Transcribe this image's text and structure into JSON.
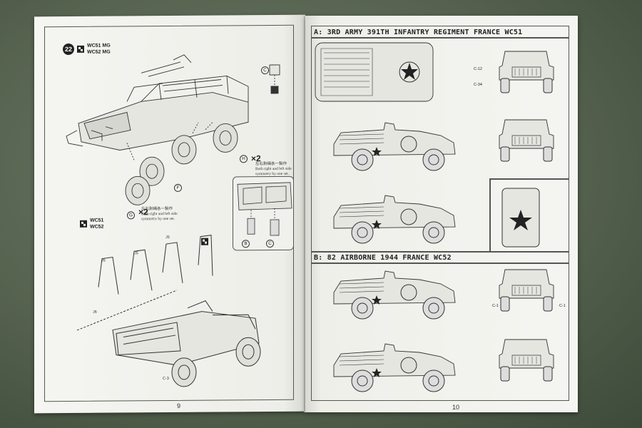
{
  "left_page": {
    "page_number": "9",
    "step": {
      "number": "22",
      "variants": [
        "WC51 MG",
        "WC52 MG"
      ],
      "parts": [
        "C",
        "H",
        "F",
        "G"
      ],
      "multiplier": "×2",
      "note_cn": "左右對稱各一製作",
      "note_en_1": "Both right and left side",
      "note_en_2": "symmetry by one set.",
      "inset_parts": [
        "B",
        "C"
      ]
    },
    "substep": {
      "variants": [
        "WC51",
        "WC52"
      ],
      "part_labels": [
        "J5",
        "J5",
        "J5",
        "J6",
        "C-3"
      ]
    }
  },
  "right_page": {
    "page_number": "10",
    "scheme_a": {
      "title": "A: 3RD ARMY 391TH INFANTRY REGIMENT FRANCE WC51",
      "callouts": [
        "C-12",
        "C-34"
      ]
    },
    "scheme_b": {
      "title": "B: 82 AIRBORNE 1944 FRANCE WC52",
      "callouts": [
        "C-1",
        "C-1"
      ]
    }
  },
  "colors": {
    "paper": "#f3f3ef",
    "ink": "#222222",
    "background_cloth": "#56634f"
  }
}
